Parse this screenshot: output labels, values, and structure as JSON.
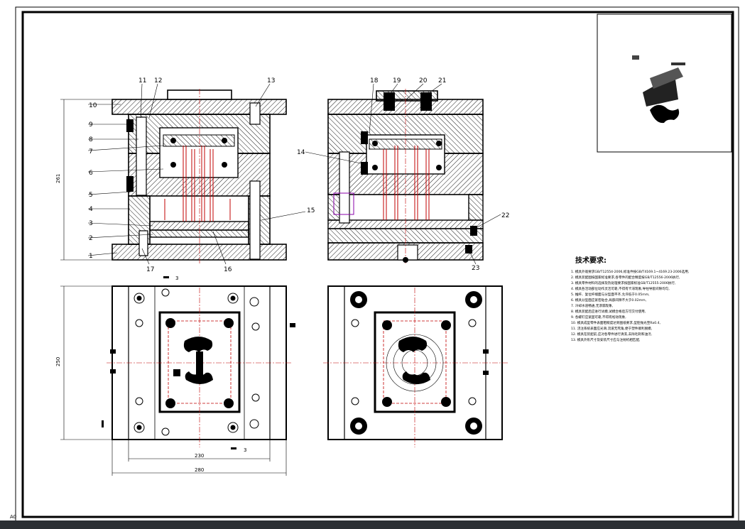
{
  "callouts": {
    "c1": "1",
    "c2": "2",
    "c3": "3",
    "c4": "4",
    "c5": "5",
    "c6": "6",
    "c7": "7",
    "c8": "8",
    "c9": "9",
    "c10": "10",
    "c11": "11",
    "c12": "12",
    "c13": "13",
    "c14": "14",
    "c15": "15",
    "c16": "16",
    "c17": "17",
    "c18": "18",
    "c19": "19",
    "c20": "20",
    "c21": "21",
    "c22": "22",
    "c23": "23"
  },
  "dimensions": {
    "height_left": "261",
    "height_plan": "250",
    "width_inner": "230",
    "width_outer": "280"
  },
  "section_marks": {
    "top": "3",
    "bottom": "3"
  },
  "technical_requirements": {
    "title": "技术要求:",
    "lines": [
      "1. 模具外观要求GB/T12554-2006,标准件按GB/T4169.1~4169.23-2006选用,",
      "2. 模具装配图按国家标准要求,各零件的配合精度按GB/T12556-2006执行,",
      "3. 模具零件材料的选择及热处理要求按国家标准GB/T12555-2006执行,",
      "4. 模具各活动部位动作灵活可靠,不得有卡滞现象,导柱导套间隙均匀,",
      "5. 推杆、复位杆端面与分型面平齐,允许低于0.05mm,",
      "6. 模具分型面应紧密贴合,局部间隙不大于0.02mm,",
      "7. 冷却水道畅通,无渗漏现象,",
      "8. 模具装配后应进行试模,试模合格后方可交付使用,",
      "9. 各螺钉应紧固可靠,不得有松动现象,",
      "10. 模具成型零件表面粗糙度达到图纸要求,型腔抛光至Ra0.4,",
      "11. 浇注系统表面应光滑,流道无死角,便于塑件顺利脱模,",
      "12. 模具在装配前,应对各零件进行清洗,去除毛刺和油污,",
      "13. 模具外形尺寸及安装尺寸应与注射机相匹配,"
    ]
  },
  "page_corner_label": "A0"
}
